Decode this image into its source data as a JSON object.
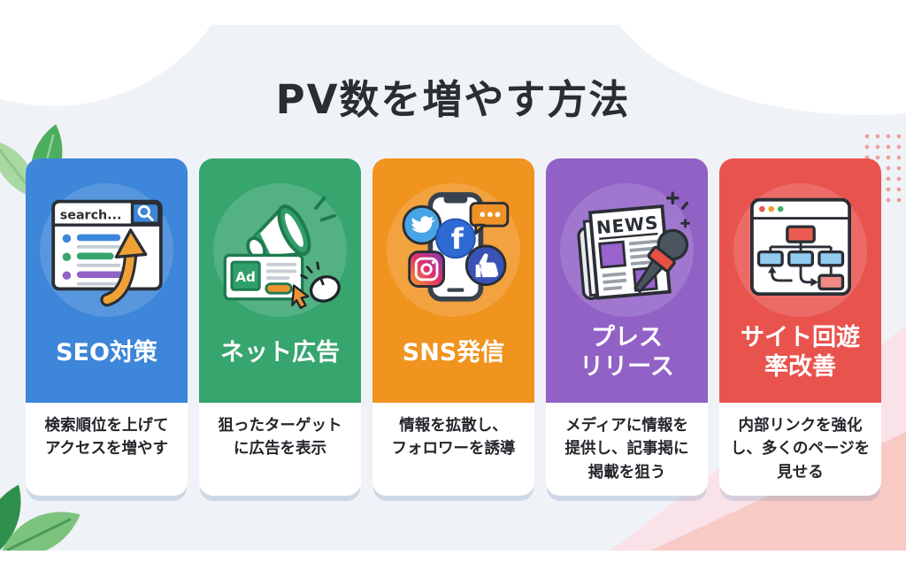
{
  "page": {
    "title": "PV数を増やす方法",
    "colors": {
      "panel_background": "#eff2f7",
      "pink_wedge": "#f7cac5",
      "pale_pink_wedge": "#fae3e8",
      "dots_pattern": "#ea9f98",
      "title_text": "#2a2d33",
      "description_text": "#24262b",
      "leaf_green_dark": "#4cae5f",
      "leaf_green_light": "#a9d8a2"
    }
  },
  "cards": [
    {
      "key": "seo",
      "icon": "search-results-ranking-arrow-icon",
      "accent": "#3d86d9",
      "title": "SEO対策",
      "description": "検索順位を上げて\nアクセスを増やす"
    },
    {
      "key": "net-ad",
      "icon": "megaphone-ad-banner-mouse-icon",
      "accent": "#37a56e",
      "title": "ネット広告",
      "description": "狙ったターゲット\nに広告を表示"
    },
    {
      "key": "sns",
      "icon": "smartphone-social-media-icons",
      "accent": "#f0931f",
      "title": "SNS発信",
      "description": "情報を拡散し、\nフォロワーを誘導"
    },
    {
      "key": "press-release",
      "icon": "newspaper-microphone-icon",
      "accent": "#9161c6",
      "title": "プレス\nリリース",
      "description": "メディアに情報を\n提供し、記事掲に\n掲載を狙う"
    },
    {
      "key": "site-navigation",
      "icon": "browser-sitemap-flowchart-icon",
      "accent": "#e9534e",
      "title": "サイト回遊\n率改善",
      "description": "内部リンクを強化\nし、多くのページを\n見せる"
    }
  ],
  "illustrations": {
    "search_placeholder": "search...",
    "ad_label": "Ad",
    "news_headline": "NEWS",
    "facebook_glyph": "f"
  }
}
